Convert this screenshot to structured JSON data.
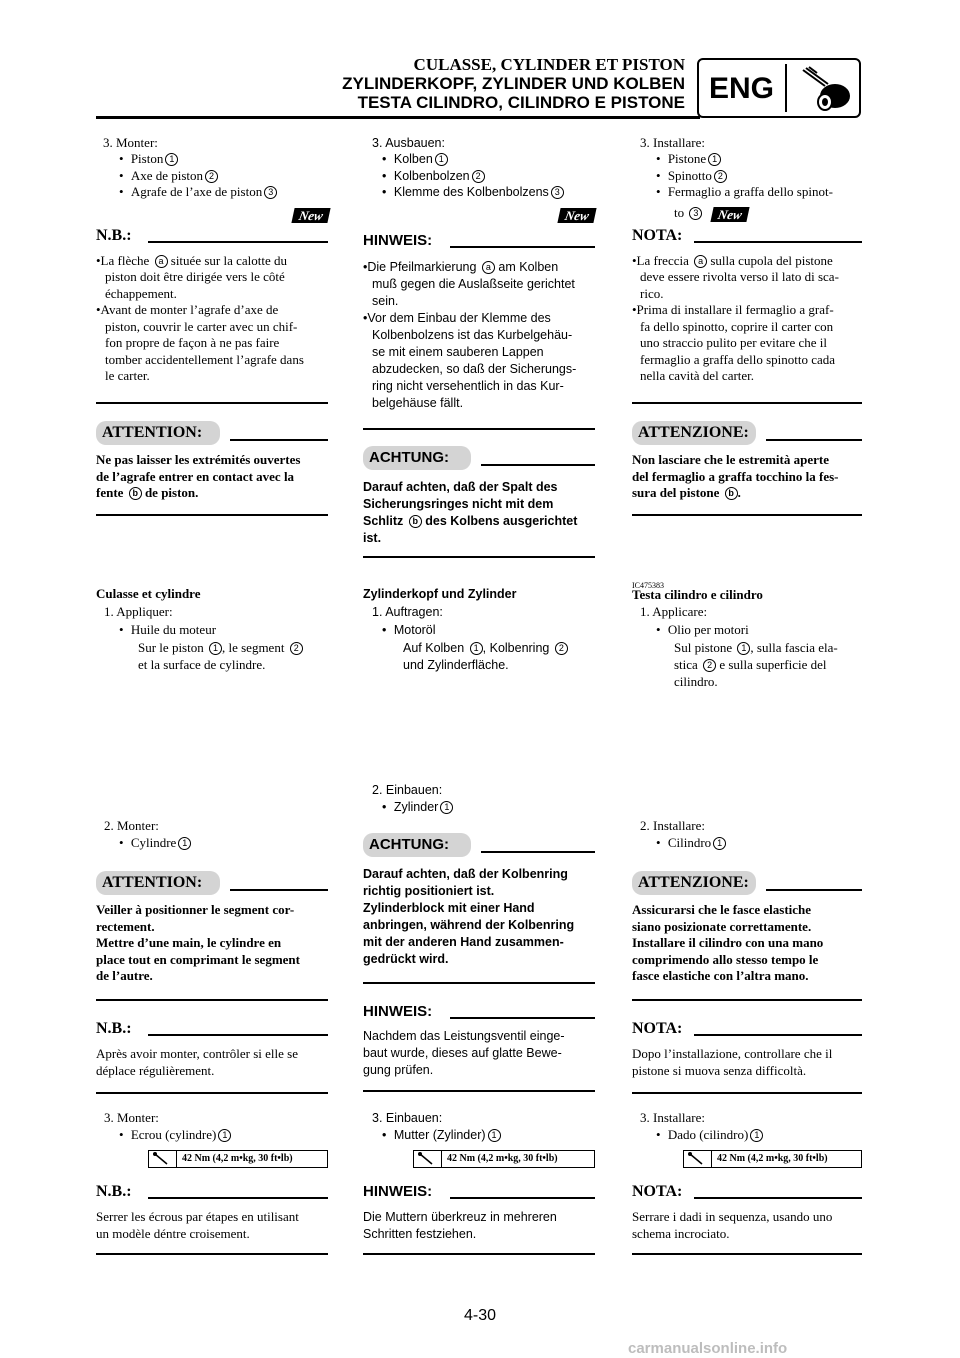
{
  "header": {
    "title_fr": "CULASSE, CYLINDER ET PISTON",
    "title_de": "ZYLINDERKOPF, ZYLINDER UND KOLBEN",
    "title_it": "TESTA CILINDRO, CILINDRO E PISTONE",
    "section": "ENG",
    "section_icon": "engine-piston-icon"
  },
  "badge_new": "New",
  "torque_value": "42 Nm (4,2 m•kg, 30 ft•lb)",
  "torque_icon": "torque-wrench-icon",
  "fr": {
    "s3": "3. Monter:",
    "s3_items": [
      "Piston",
      "Axe de piston",
      "Agrafe de l’axe de piston"
    ],
    "nb1_title": "N.B.:",
    "nb1_lines": [
      "•La flèche",
      "située sur la calotte du",
      "piston doit être dirigée vers le côté",
      "échappement.",
      "•Avant de monter l’agrafe d’axe de",
      "piston, couvrir le carter avec un chif-",
      "fon propre de façon à ne pas faire",
      "tomber accidentellement l’agrafe dans",
      "le carter."
    ],
    "att1_title": "ATTENTION:",
    "att1_lines": [
      "Ne pas laisser les extrémités ouvertes",
      "de l’agrafe entrer en contact avec la",
      "fente",
      "de piston."
    ],
    "head": "Culasse et cylindre",
    "c1": "1. Appliquer:",
    "c1_item": "Huile du moteur",
    "c1_l1": "Sur le piston",
    "c1_l1b": ", le segment",
    "c1_l2": "et la surface de cylindre.",
    "c2": "2. Monter:",
    "c2_item": "Cylindre",
    "att2_title": "ATTENTION:",
    "att2_lines": [
      "Veiller à positionner le segment cor-",
      "rectement.",
      "Mettre d’une main, le cylindre en",
      "place tout en comprimant le segment",
      "de l’autre."
    ],
    "nb2_title": "N.B.:",
    "nb2_lines": [
      "Après avoir monter, contrôler si elle se",
      "déplace régulièrement."
    ],
    "c3": "3. Monter:",
    "c3_item": "Ecrou (cylindre)",
    "nb3_title": "N.B.:",
    "nb3_lines": [
      "Serrer les écrous par étapes en utilisant",
      "un modèle déntre croisement."
    ]
  },
  "de": {
    "s3": "3. Ausbauen:",
    "s3_items": [
      "Kolben",
      "Kolbenbolzen",
      "Klemme des Kolbenbolzens"
    ],
    "nb1_title": "HINWEIS:",
    "nb1_lines": [
      "•Die Pfeilmarkierung",
      "am Kolben",
      "muß gegen die Auslaßseite gerichtet",
      "sein.",
      "•Vor dem Einbau der Klemme des",
      "Kolbenbolzens ist das Kurbelgehäu-",
      "se mit einem sauberen Lappen",
      "abzudecken, so daß der Sicherungs-",
      "ring nicht versehentlich in das Kur-",
      "belgehäuse fällt."
    ],
    "att1_title": "ACHTUNG:",
    "att1_lines": [
      "Darauf achten, daß der Spalt des",
      "Sicherungsringes nicht mit dem",
      "Schlitz",
      "des Kolbens ausgerichtet",
      "ist."
    ],
    "head": "Zylinderkopf und Zylinder",
    "c1": "1. Auftragen:",
    "c1_item": "Motoröl",
    "c1_l1": "Auf Kolben",
    "c1_l1b": ", Kolbenring",
    "c1_l2": "und Zylinderfläche.",
    "c2": "2. Einbauen:",
    "c2_item": "Zylinder",
    "att2_title": "ACHTUNG:",
    "att2_lines": [
      "Darauf achten, daß der Kolbenring",
      "richtig positioniert ist.",
      "Zylinderblock mit einer Hand",
      "anbringen, während der Kolbenring",
      "mit der anderen Hand zusammen-",
      "gedrückt wird."
    ],
    "nb2_title": "HINWEIS:",
    "nb2_lines": [
      "Nachdem das Leistungsventil einge-",
      "baut wurde, dieses auf glatte Bewe-",
      "gung prüfen."
    ],
    "c3": "3. Einbauen:",
    "c3_item": "Mutter (Zylinder)",
    "nb3_title": "HINWEIS:",
    "nb3_lines": [
      "Die Muttern überkreuz in mehreren",
      "Schritten festziehen."
    ]
  },
  "it": {
    "s3": "3. Installare:",
    "s3_items": [
      "Pistone",
      "Spinotto",
      "Fermaglio a graffa dello spinot-",
      "to"
    ],
    "nb1_title": "NOTA:",
    "nb1_lines": [
      "•La freccia",
      "sulla cupola del pistone",
      "deve essere rivolta verso il lato di sca-",
      "rico.",
      "•Prima di installare il fermaglio a graf-",
      "fa dello spinotto, coprire il carter con",
      "uno straccio pulito per evitare che il",
      "fermaglio a graffa dello spinotto cada",
      "nella cavità del carter."
    ],
    "att1_title": "ATTENZIONE:",
    "att1_lines": [
      "Non lasciare che le estremità aperte",
      "del fermaglio a graffa tocchino la fes-",
      "sura del pistone"
    ],
    "code": "IC475383",
    "head": "Testa cilindro e cilindro",
    "c1": "1. Applicare:",
    "c1_item": "Olio per motori",
    "c1_l1": "Sul pistone",
    "c1_l1b": ", sulla fascia ela-",
    "c1_l2": "stica",
    "c1_l2b": "e sulla superficie del",
    "c1_l3": "cilindro.",
    "c2": "2. Installare:",
    "c2_item": "Cilindro",
    "att2_title": "ATTENZIONE:",
    "att2_lines": [
      "Assicurarsi che le fasce elastiche",
      "siano posizionate correttamente.",
      "Installare il cilindro con una mano",
      "comprimendo allo stesso tempo le",
      "fasce elastiche con l’altra mano."
    ],
    "nb2_title": "NOTA:",
    "nb2_lines": [
      "Dopo l’installazione, controllare che il",
      "pistone si muova senza difficoltà."
    ],
    "c3": "3. Installare:",
    "c3_item": "Dado (cilindro)",
    "nb3_title": "NOTA:",
    "nb3_lines": [
      "Serrare i dadi in sequenza, usando uno",
      "schema incrociato."
    ]
  },
  "markers": {
    "one": "1",
    "two": "2",
    "three": "3",
    "a": "a",
    "b": "b"
  },
  "page_number": "4-30",
  "footer": "carmanualsonline.info"
}
